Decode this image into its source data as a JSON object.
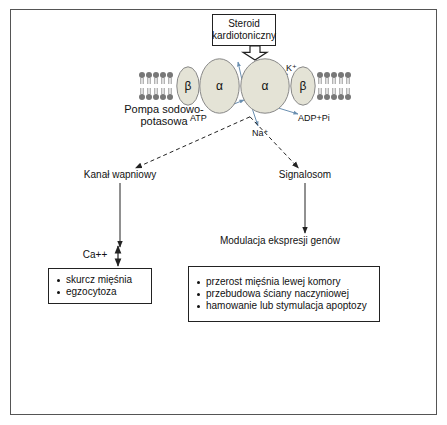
{
  "diagram": {
    "nodes": [
      {
        "text": [
          "Steroid kardiotoniczny"
        ]
      },
      {
        "text": [
          "β"
        ]
      },
      {
        "text": [
          "α"
        ]
      },
      {
        "text": [
          "α"
        ]
      },
      {
        "text": [
          "β"
        ]
      },
      {
        "text": [
          "Kanał wapniowy"
        ]
      },
      {
        "text": [
          "Signalosom"
        ]
      },
      {
        "text": [
          "Ca++"
        ]
      },
      {
        "text": [
          "skurcz mięśnia",
          "egzocytoza"
        ]
      },
      {
        "text": [
          "Modulacja ekspresji genów"
        ]
      },
      {
        "text": [
          "przerost mięśnia lewej komory",
          "przebudowa ściany naczyniowej",
          "hamowanie lub stymulacja apoptozy"
        ]
      }
    ],
    "edges": [
      {
        "from": 0,
        "to": 3,
        "arrow": "to"
      },
      {
        "from": 3,
        "to": 5,
        "arrow": "to"
      },
      {
        "from": 3,
        "to": 6,
        "arrow": "to"
      },
      {
        "from": 5,
        "to": 7,
        "arrow": "to"
      },
      {
        "from": 6,
        "to": 9,
        "arrow": "to"
      }
    ],
    "labels": [
      "Pompa sodowo-potasowa",
      "K⁺",
      "ATP",
      "ADP+Pi",
      "Na⁺"
    ]
  }
}
